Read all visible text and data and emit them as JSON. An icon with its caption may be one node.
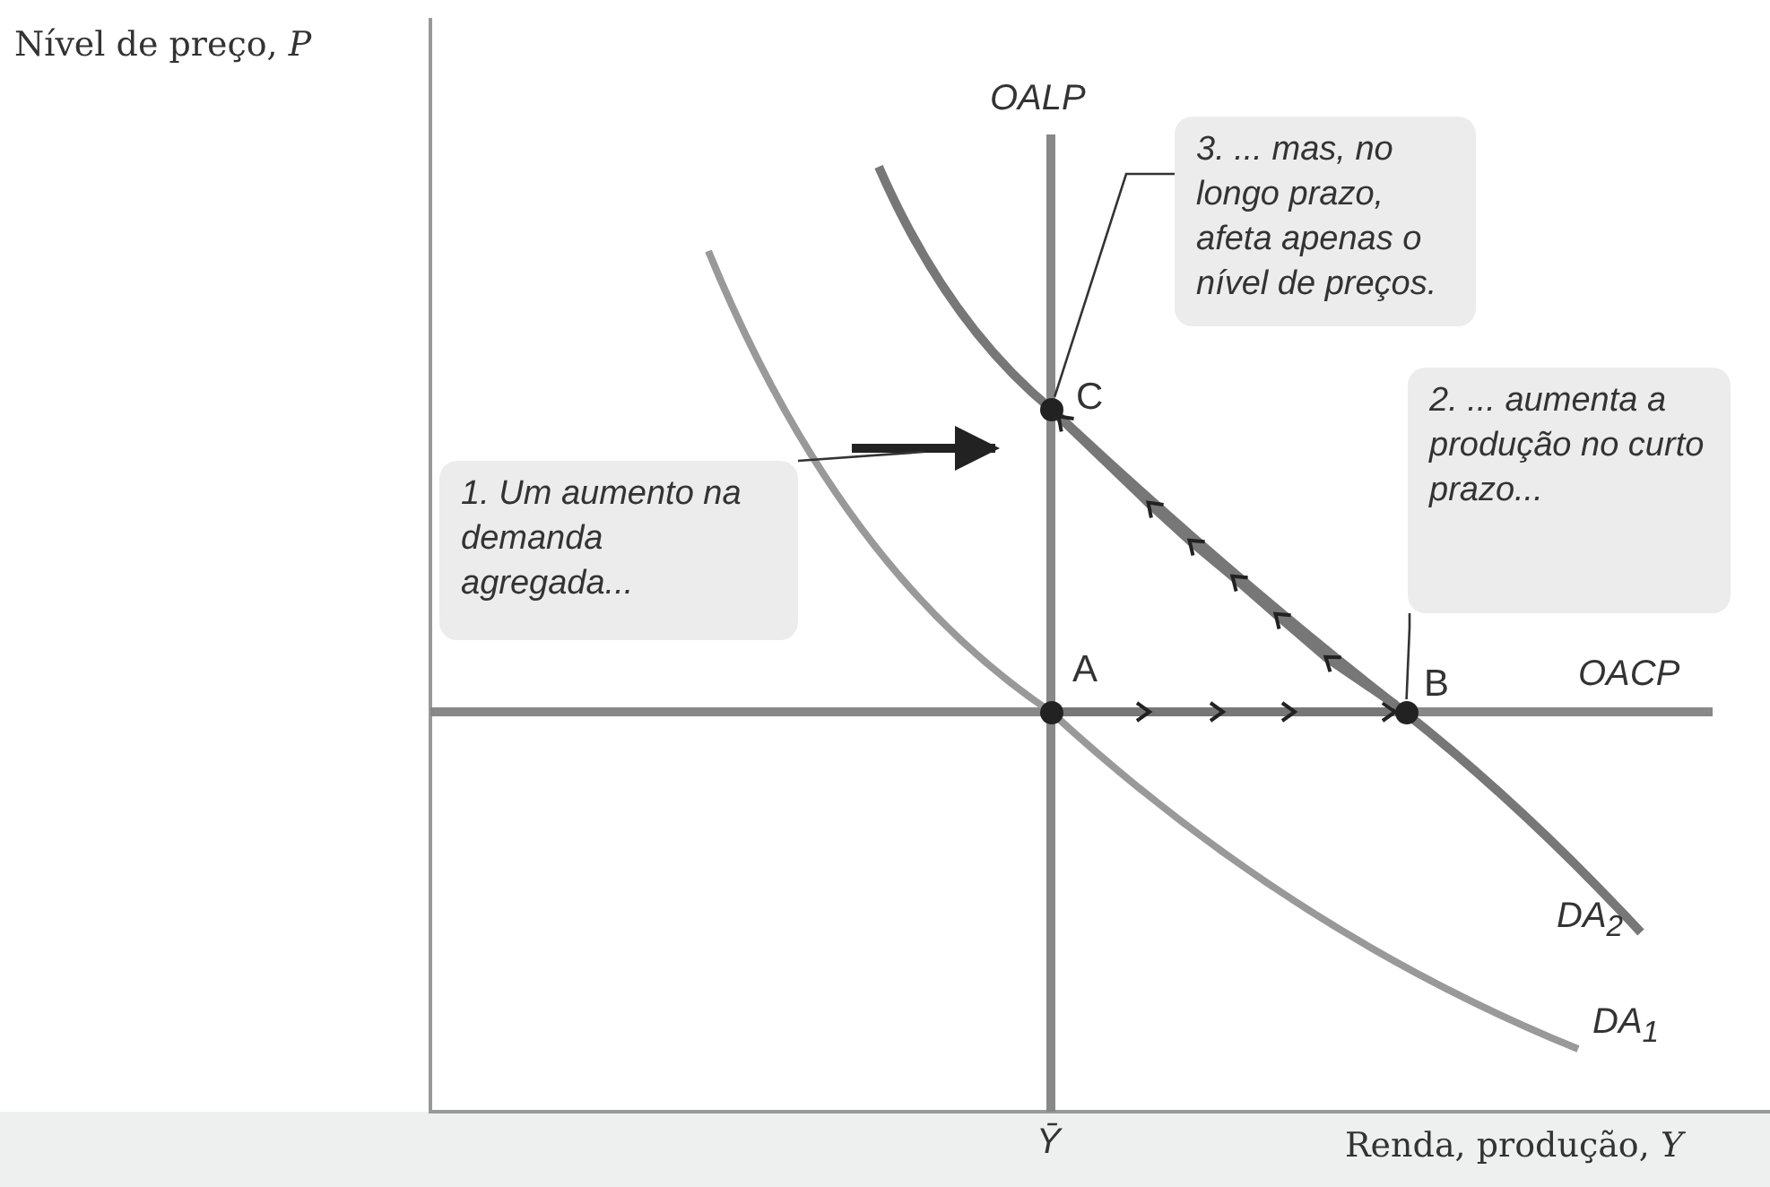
{
  "diagram": {
    "nodes": [
      {
        "text": [
          "3. ... mas, no longo prazo, afeta apenas o nível de preços."
        ]
      },
      {
        "text": [
          "2. ... aumenta a produção no curto prazo..."
        ]
      },
      {
        "text": [
          "1. Um aumento na demanda agregada..."
        ]
      },
      {
        "text": [],
        "shape": "circle",
        "beside": [
          "C"
        ]
      },
      {
        "text": [],
        "shape": "circle",
        "beside": [
          "B"
        ]
      },
      {
        "text": [],
        "shape": "circle",
        "beside": [
          "A"
        ]
      }
    ],
    "edges": [
      {
        "from": 0,
        "to": 3,
        "arrow": "none"
      },
      {
        "from": 1,
        "to": 4,
        "arrow": "none"
      },
      {
        "from": 2,
        "to": null,
        "arrow": "none"
      },
      {
        "from": 5,
        "to": 4,
        "arrow": "to",
        "style": "thick"
      },
      {
        "from": 4,
        "to": 3,
        "arrow": "to",
        "style": "thick"
      }
    ],
    "labels": [
      "Nível de preço, *P*",
      "OALP",
      "OACP",
      "DA$_{2}$",
      "DA$_{1}$",
      "Ȳ",
      "Renda, produção, *Y*"
    ]
  }
}
